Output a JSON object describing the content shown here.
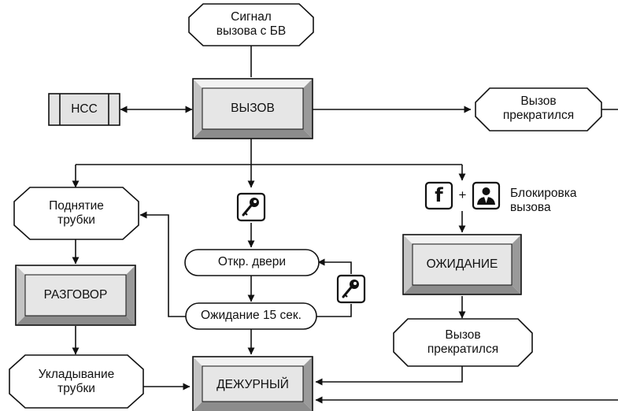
{
  "nodes": {
    "signal": {
      "line1": "Сигнал",
      "line2": "вызова с БВ"
    },
    "call": {
      "label": "ВЫЗОВ"
    },
    "nss": {
      "label": "НСС"
    },
    "call_ended_top": {
      "line1": "Вызов",
      "line2": "прекратился"
    },
    "lift": {
      "line1": "Поднятие",
      "line2": "трубки"
    },
    "talk": {
      "label": "РАЗГОВОР"
    },
    "hangup": {
      "line1": "Укладывание",
      "line2": "трубки"
    },
    "open_door": {
      "label": "Откр. двери"
    },
    "wait15": {
      "label": "Ожидание 15 сек."
    },
    "duty": {
      "label": "ДЕЖУРНЫЙ"
    },
    "waiting": {
      "label": "ОЖИДАНИЕ"
    },
    "call_ended_right": {
      "line1": "Вызов",
      "line2": "прекратился"
    }
  },
  "block_call": {
    "line1": "Блокировка",
    "line2": "вызова",
    "plus": "+",
    "f_key": "f"
  },
  "icons": [
    "key-icon",
    "person-icon",
    "f-key-icon"
  ],
  "colors": {
    "bevel_face": "#e6e6e6",
    "bevel_top": "#f2f2f2",
    "bevel_bottom": "#8c8c8c",
    "bevel_side": "#c4c4c4",
    "stroke": "#111111"
  }
}
